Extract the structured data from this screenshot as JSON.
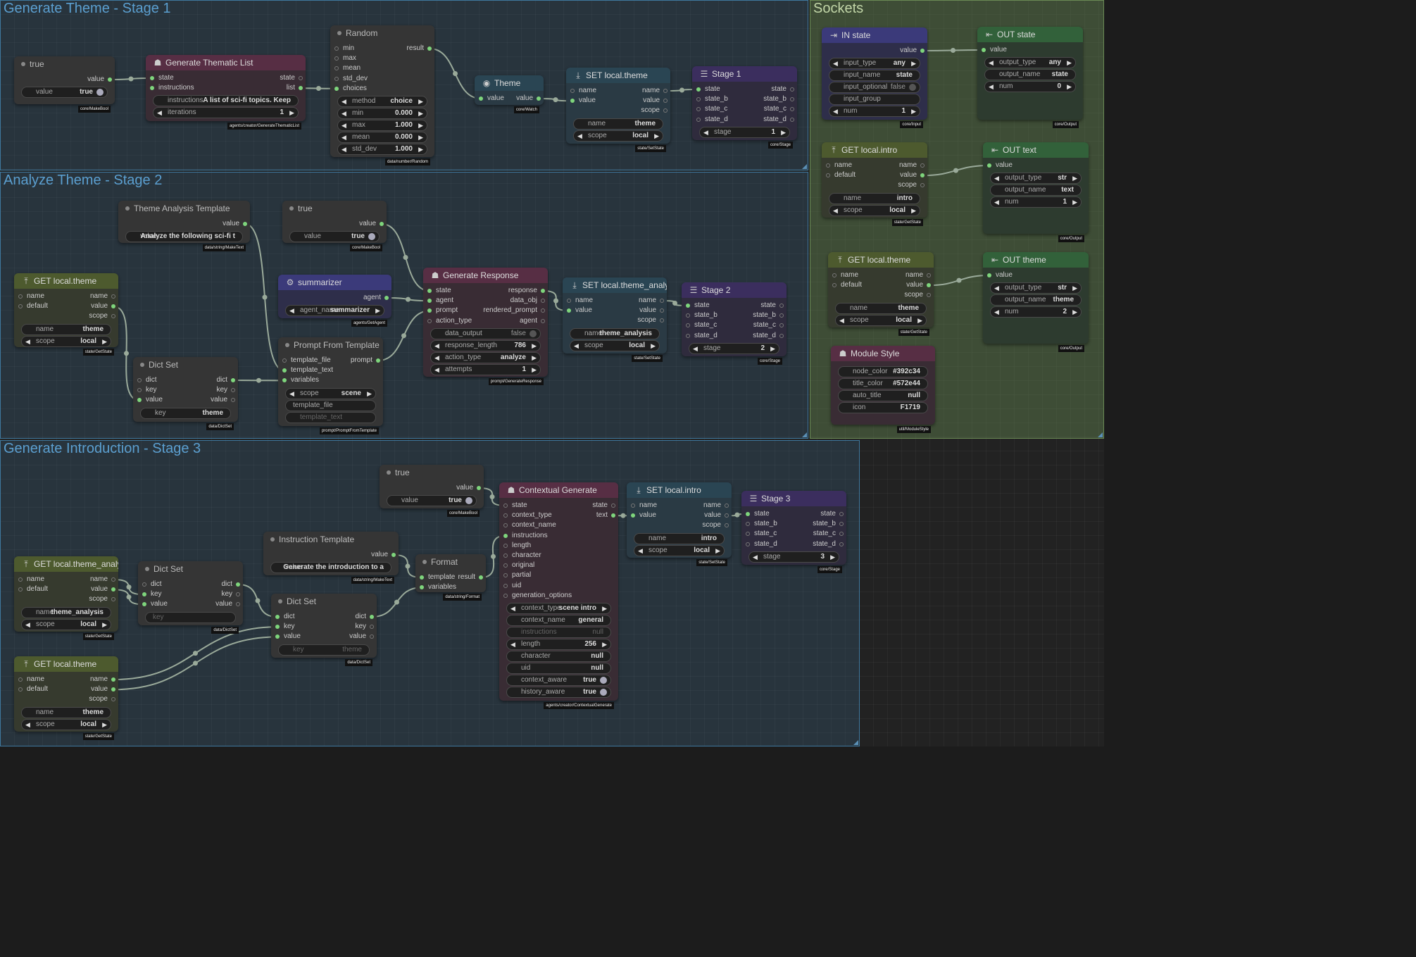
{
  "groups": [
    {
      "title": "Generate Theme - Stage 1"
    },
    {
      "title": "Analyze Theme - Stage 2"
    },
    {
      "title": "Generate Introduction - Stage 3"
    },
    {
      "title": "Sockets"
    }
  ],
  "colors": {
    "canvas": "#222222",
    "outside": "#1c1c1c",
    "group_blue": "#3f789e",
    "group_green": "#628250",
    "socket_connected": "#7ed57c",
    "wire": "#9aaa9a"
  },
  "nodes": [
    {
      "title": "true",
      "type": "core/MakeBool",
      "inputs": [],
      "outputs": [
        "value"
      ],
      "widgets": [
        {
          "label": "value",
          "value": "true",
          "kind": "toggle"
        }
      ]
    },
    {
      "title": "Generate Thematic List",
      "type": "agents/creator/GenerateThematicList",
      "icon": "robot-icon",
      "inputs": [
        "state",
        "instructions"
      ],
      "outputs": [
        "state",
        "list"
      ],
      "widgets": [
        {
          "label": "instructions",
          "value": "A list of sci-fi topics. Keep",
          "kind": "text"
        },
        {
          "label": "iterations",
          "value": "1",
          "kind": "number"
        }
      ]
    },
    {
      "title": "Random",
      "type": "data/number/Random",
      "inputs": [
        "min",
        "max",
        "mean",
        "std_dev",
        "choices"
      ],
      "outputs": [
        "result"
      ],
      "widgets": [
        {
          "label": "method",
          "value": "choice",
          "kind": "combo"
        },
        {
          "label": "min",
          "value": "0.000",
          "kind": "number"
        },
        {
          "label": "max",
          "value": "1.000",
          "kind": "number"
        },
        {
          "label": "mean",
          "value": "0.000",
          "kind": "number"
        },
        {
          "label": "std_dev",
          "value": "1.000",
          "kind": "number"
        }
      ]
    },
    {
      "title": "Theme",
      "type": "core/Watch",
      "icon": "eye-icon",
      "inputs": [
        "value"
      ],
      "outputs": [
        "value"
      ],
      "widgets": []
    },
    {
      "title": "SET local.theme",
      "type": "state/SetState",
      "icon": "download-icon",
      "inputs": [
        "name",
        "value"
      ],
      "outputs": [
        "name",
        "value",
        "scope"
      ],
      "widgets": [
        {
          "label": "name",
          "value": "theme",
          "kind": "text"
        },
        {
          "label": "scope",
          "value": "local",
          "kind": "combo"
        }
      ]
    },
    {
      "title": "Stage 1",
      "type": "core/Stage",
      "icon": "list-icon",
      "inputs": [
        "state",
        "state_b",
        "state_c",
        "state_d"
      ],
      "outputs": [
        "state",
        "state_b",
        "state_c",
        "state_d"
      ],
      "widgets": [
        {
          "label": "stage",
          "value": "1",
          "kind": "number"
        }
      ]
    },
    {
      "title": "Theme Analysis Template",
      "type": "data/string/MakeText",
      "inputs": [],
      "outputs": [
        "value"
      ],
      "widgets": [
        {
          "label": "value",
          "value": "Analyze the following sci-fi t",
          "kind": "text"
        }
      ]
    },
    {
      "title": "true",
      "type": "core/MakeBool",
      "inputs": [],
      "outputs": [
        "value"
      ],
      "widgets": [
        {
          "label": "value",
          "value": "true",
          "kind": "toggle"
        }
      ]
    },
    {
      "title": "GET local.theme",
      "type": "state/GetState",
      "icon": "upload-icon",
      "inputs": [
        "name",
        "default"
      ],
      "outputs": [
        "name",
        "value",
        "scope"
      ],
      "widgets": [
        {
          "label": "name",
          "value": "theme",
          "kind": "text"
        },
        {
          "label": "scope",
          "value": "local",
          "kind": "combo"
        }
      ]
    },
    {
      "title": "summarizer",
      "type": "agents/GetAgent",
      "icon": "agent-icon",
      "inputs": [],
      "outputs": [
        "agent"
      ],
      "widgets": [
        {
          "label": "agent_name",
          "value": "summarizer",
          "kind": "combo"
        }
      ]
    },
    {
      "title": "Generate Response",
      "type": "prompt/GenerateResponse",
      "icon": "robot-icon",
      "inputs": [
        "state",
        "agent",
        "prompt",
        "action_type"
      ],
      "outputs": [
        "response",
        "data_obj",
        "rendered_prompt",
        "agent"
      ],
      "widgets": [
        {
          "label": "data_output",
          "value": "false",
          "kind": "toggle-off"
        },
        {
          "label": "response_length",
          "value": "786",
          "kind": "number"
        },
        {
          "label": "action_type",
          "value": "analyze",
          "kind": "combo"
        },
        {
          "label": "attempts",
          "value": "1",
          "kind": "number"
        }
      ]
    },
    {
      "title": "SET local.theme_analysis",
      "type": "state/SetState",
      "icon": "download-icon",
      "inputs": [
        "name",
        "value"
      ],
      "outputs": [
        "name",
        "value",
        "scope"
      ],
      "widgets": [
        {
          "label": "name",
          "value": "theme_analysis",
          "kind": "text"
        },
        {
          "label": "scope",
          "value": "local",
          "kind": "combo"
        }
      ]
    },
    {
      "title": "Stage 2",
      "type": "core/Stage",
      "icon": "list-icon",
      "inputs": [
        "state",
        "state_b",
        "state_c",
        "state_d"
      ],
      "outputs": [
        "state",
        "state_b",
        "state_c",
        "state_d"
      ],
      "widgets": [
        {
          "label": "stage",
          "value": "2",
          "kind": "number"
        }
      ]
    },
    {
      "title": "Dict Set",
      "type": "data/DictSet",
      "inputs": [
        "dict",
        "key",
        "value"
      ],
      "outputs": [
        "dict",
        "key",
        "value"
      ],
      "widgets": [
        {
          "label": "key",
          "value": "theme",
          "kind": "text"
        }
      ]
    },
    {
      "title": "Prompt From Template",
      "type": "prompt/PromptFromTemplate",
      "inputs": [
        "template_file",
        "template_text",
        "variables"
      ],
      "outputs": [
        "prompt"
      ],
      "widgets": [
        {
          "label": "scope",
          "value": "scene",
          "kind": "combo"
        },
        {
          "label": "template_file",
          "value": "",
          "kind": "placeholder"
        },
        {
          "label": "template_text",
          "value": "",
          "kind": "disabled"
        }
      ]
    },
    {
      "title": "true",
      "type": "core/MakeBool",
      "inputs": [],
      "outputs": [
        "value"
      ],
      "widgets": [
        {
          "label": "value",
          "value": "true",
          "kind": "toggle"
        }
      ]
    },
    {
      "title": "Contextual Generate",
      "type": "agents/creator/ContextualGenerate",
      "icon": "robot-icon",
      "inputs": [
        "state",
        "context_type",
        "context_name",
        "instructions",
        "length",
        "character",
        "original",
        "partial",
        "uid",
        "generation_options"
      ],
      "outputs": [
        "state",
        "text"
      ],
      "widgets": [
        {
          "label": "context_type",
          "value": "scene intro",
          "kind": "combo"
        },
        {
          "label": "context_name",
          "value": "general",
          "kind": "text"
        },
        {
          "label": "instructions",
          "value": "null",
          "kind": "disabled"
        },
        {
          "label": "length",
          "value": "256",
          "kind": "number"
        },
        {
          "label": "character",
          "value": "null",
          "kind": "text"
        },
        {
          "label": "uid",
          "value": "null",
          "kind": "text"
        },
        {
          "label": "context_aware",
          "value": "true",
          "kind": "toggle"
        },
        {
          "label": "history_aware",
          "value": "true",
          "kind": "toggle"
        }
      ]
    },
    {
      "title": "SET local.intro",
      "type": "state/SetState",
      "icon": "download-icon",
      "inputs": [
        "name",
        "value"
      ],
      "outputs": [
        "name",
        "value",
        "scope"
      ],
      "widgets": [
        {
          "label": "name",
          "value": "intro",
          "kind": "text"
        },
        {
          "label": "scope",
          "value": "local",
          "kind": "combo"
        }
      ]
    },
    {
      "title": "Stage 3",
      "type": "core/Stage",
      "icon": "list-icon",
      "inputs": [
        "state",
        "state_b",
        "state_c",
        "state_d"
      ],
      "outputs": [
        "state",
        "state_b",
        "state_c",
        "state_d"
      ],
      "widgets": [
        {
          "label": "stage",
          "value": "3",
          "kind": "number"
        }
      ]
    },
    {
      "title": "Instruction Template",
      "type": "data/string/MakeText",
      "inputs": [],
      "outputs": [
        "value"
      ],
      "widgets": [
        {
          "label": "value",
          "value": "Generate the introduction to a",
          "kind": "text"
        }
      ]
    },
    {
      "title": "Format",
      "type": "data/string/Format",
      "inputs": [
        "template",
        "variables"
      ],
      "outputs": [
        "result"
      ],
      "widgets": []
    },
    {
      "title": "GET local.theme_analysis",
      "type": "state/GetState",
      "icon": "upload-icon",
      "inputs": [
        "name",
        "default"
      ],
      "outputs": [
        "name",
        "value",
        "scope"
      ],
      "widgets": [
        {
          "label": "name",
          "value": "theme_analysis",
          "kind": "text"
        },
        {
          "label": "scope",
          "value": "local",
          "kind": "combo"
        }
      ]
    },
    {
      "title": "Dict Set",
      "type": "data/DictSet",
      "inputs": [
        "dict",
        "key",
        "value"
      ],
      "outputs": [
        "dict",
        "key",
        "value"
      ],
      "widgets": [
        {
          "label": "key",
          "value": "",
          "kind": "placeholder-dim"
        }
      ]
    },
    {
      "title": "Dict Set",
      "type": "data/DictSet",
      "inputs": [
        "dict",
        "key",
        "value"
      ],
      "outputs": [
        "dict",
        "key",
        "value"
      ],
      "widgets": [
        {
          "label": "key",
          "value": "theme",
          "kind": "disabled"
        }
      ]
    },
    {
      "title": "GET local.theme",
      "type": "state/GetState",
      "icon": "upload-icon",
      "inputs": [
        "name",
        "default"
      ],
      "outputs": [
        "name",
        "value",
        "scope"
      ],
      "widgets": [
        {
          "label": "name",
          "value": "theme",
          "kind": "text"
        },
        {
          "label": "scope",
          "value": "local",
          "kind": "combo"
        }
      ]
    },
    {
      "title": "IN state",
      "type": "core/Input",
      "icon": "input-icon",
      "inputs": [],
      "outputs": [
        "value"
      ],
      "widgets": [
        {
          "label": "input_type",
          "value": "any",
          "kind": "combo"
        },
        {
          "label": "input_name",
          "value": "state",
          "kind": "text"
        },
        {
          "label": "input_optional",
          "value": "false",
          "kind": "toggle-off"
        },
        {
          "label": "input_group",
          "value": "",
          "kind": "text"
        },
        {
          "label": "num",
          "value": "1",
          "kind": "number"
        }
      ]
    },
    {
      "title": "OUT state",
      "type": "core/Output",
      "icon": "output-icon",
      "inputs": [
        "value"
      ],
      "outputs": [],
      "widgets": [
        {
          "label": "output_type",
          "value": "any",
          "kind": "combo"
        },
        {
          "label": "output_name",
          "value": "state",
          "kind": "text"
        },
        {
          "label": "num",
          "value": "0",
          "kind": "number"
        }
      ]
    },
    {
      "title": "GET local.intro",
      "type": "state/GetState",
      "icon": "upload-icon",
      "inputs": [
        "name",
        "default"
      ],
      "outputs": [
        "name",
        "value",
        "scope"
      ],
      "widgets": [
        {
          "label": "name",
          "value": "intro",
          "kind": "text"
        },
        {
          "label": "scope",
          "value": "local",
          "kind": "combo"
        }
      ]
    },
    {
      "title": "OUT text",
      "type": "core/Output",
      "icon": "output-icon",
      "inputs": [
        "value"
      ],
      "outputs": [],
      "widgets": [
        {
          "label": "output_type",
          "value": "str",
          "kind": "combo"
        },
        {
          "label": "output_name",
          "value": "text",
          "kind": "text"
        },
        {
          "label": "num",
          "value": "1",
          "kind": "number"
        }
      ]
    },
    {
      "title": "GET local.theme",
      "type": "state/GetState",
      "icon": "upload-icon",
      "inputs": [
        "name",
        "default"
      ],
      "outputs": [
        "name",
        "value",
        "scope"
      ],
      "widgets": [
        {
          "label": "name",
          "value": "theme",
          "kind": "text"
        },
        {
          "label": "scope",
          "value": "local",
          "kind": "combo"
        }
      ]
    },
    {
      "title": "OUT theme",
      "type": "core/Output",
      "icon": "output-icon",
      "inputs": [
        "value"
      ],
      "outputs": [],
      "widgets": [
        {
          "label": "output_type",
          "value": "str",
          "kind": "combo"
        },
        {
          "label": "output_name",
          "value": "theme",
          "kind": "text"
        },
        {
          "label": "num",
          "value": "2",
          "kind": "number"
        }
      ]
    },
    {
      "title": "Module Style",
      "type": "util/ModuleStyle",
      "icon": "robot-icon",
      "inputs": [],
      "outputs": [],
      "widgets": [
        {
          "label": "node_color",
          "value": "#392c34",
          "kind": "text"
        },
        {
          "label": "title_color",
          "value": "#572e44",
          "kind": "text"
        },
        {
          "label": "auto_title",
          "value": "null",
          "kind": "text"
        },
        {
          "label": "icon",
          "value": "F1719",
          "kind": "text"
        }
      ]
    }
  ]
}
